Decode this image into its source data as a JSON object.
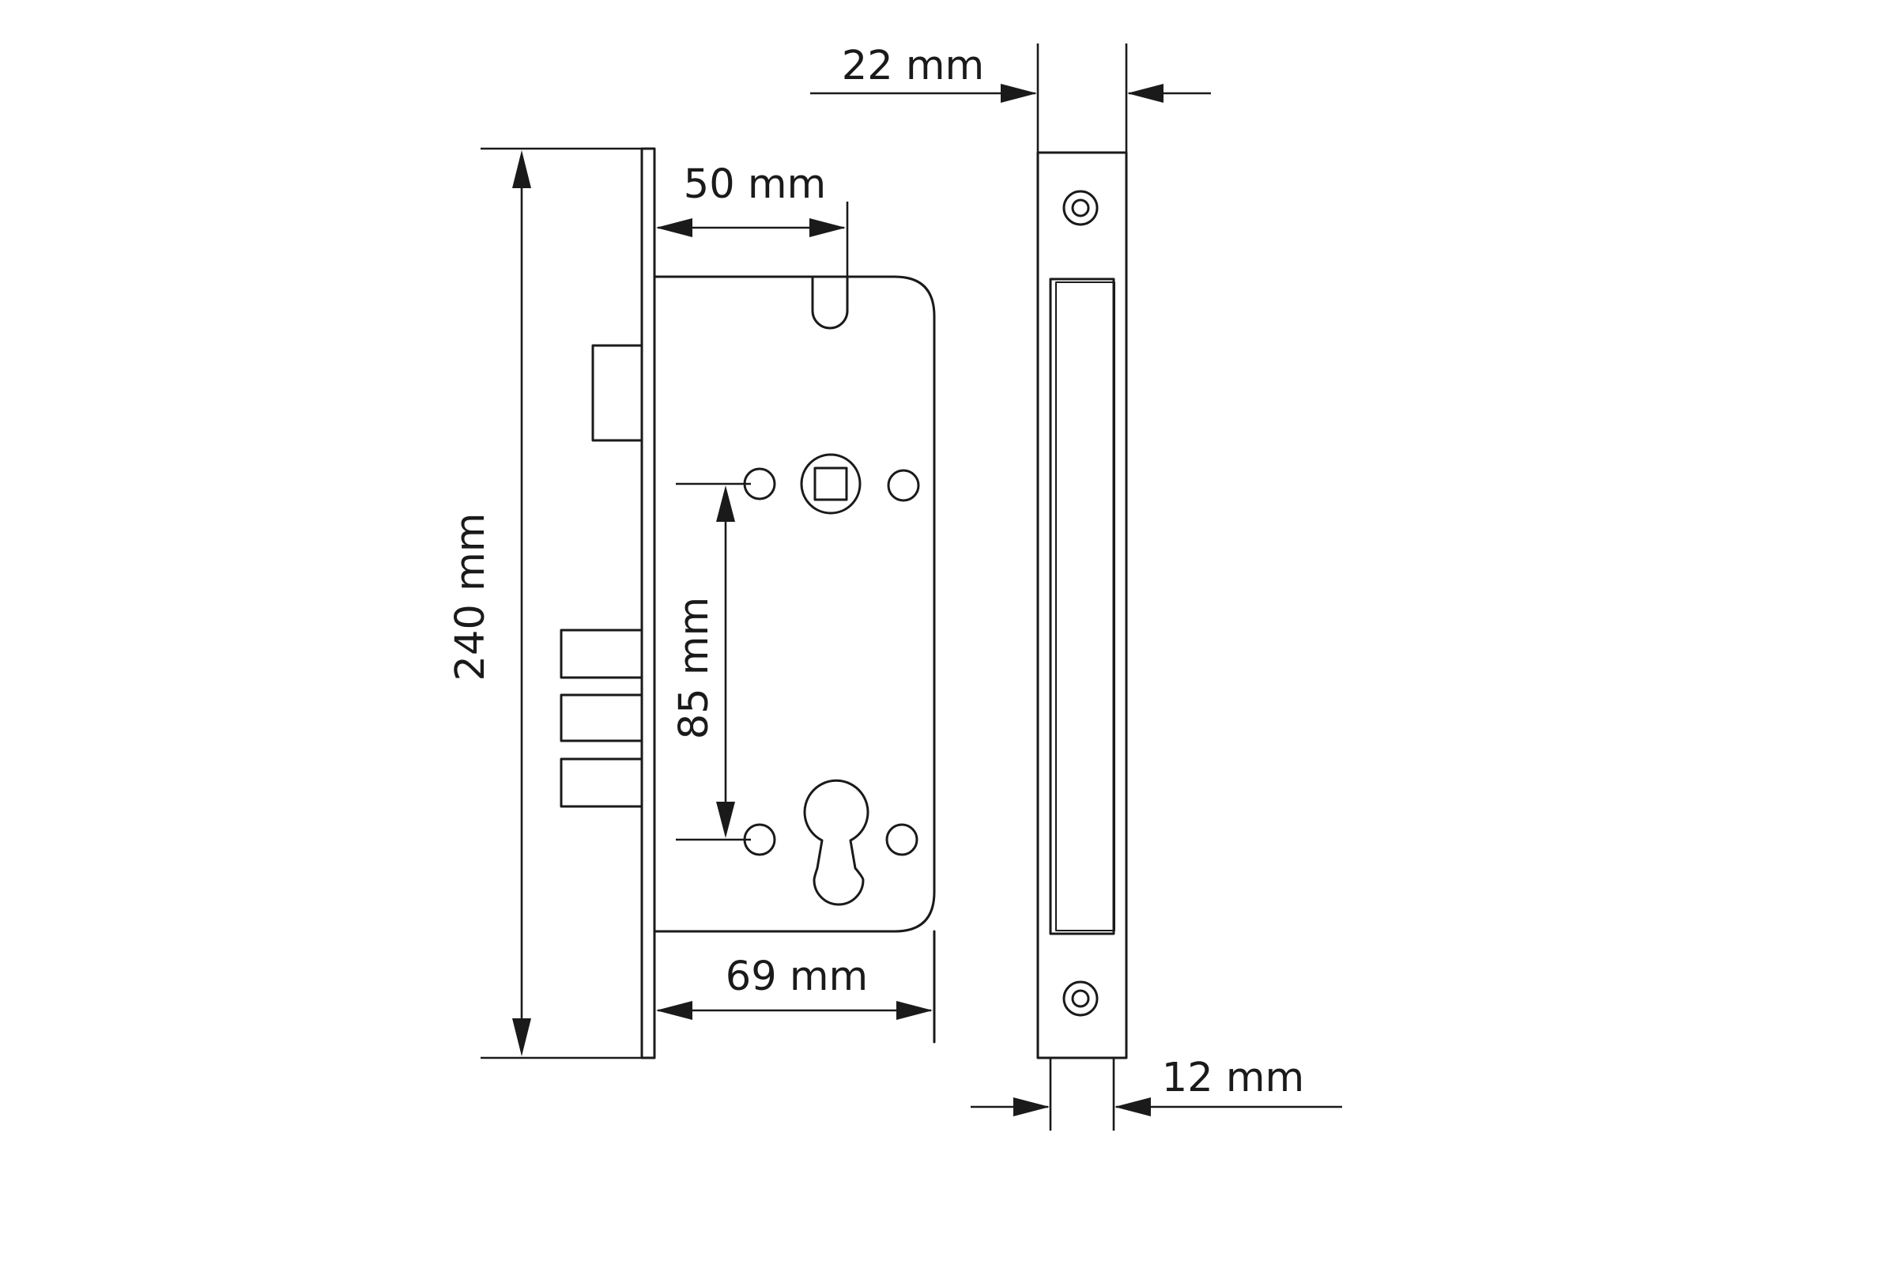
{
  "dimensions": {
    "total_height": "240 mm",
    "backset": "50 mm",
    "center_distance": "85 mm",
    "case_depth": "69 mm",
    "faceplate_width": "22 mm",
    "case_width": "12 mm"
  },
  "colors": {
    "line": "#1a1a1a",
    "background": "#ffffff"
  }
}
